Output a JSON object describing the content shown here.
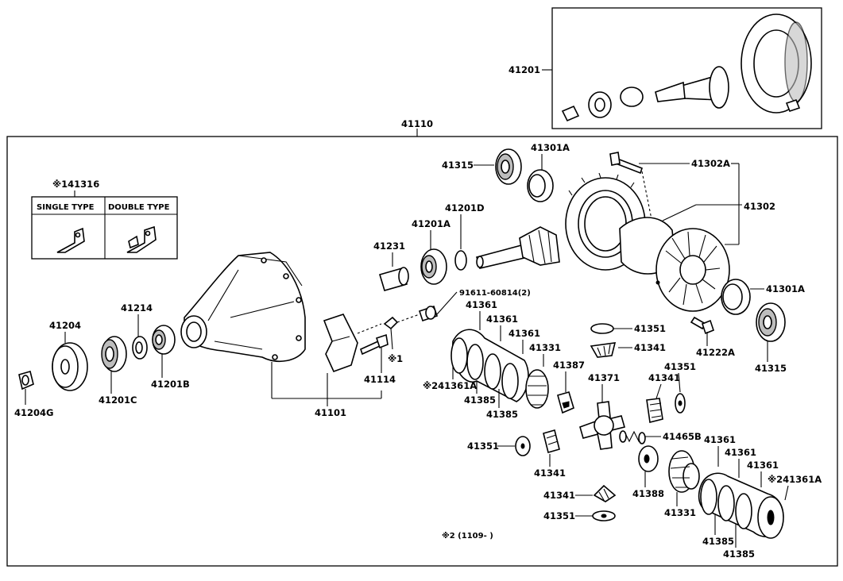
{
  "subassembly_label": "41201",
  "assembly_label": "41110",
  "footnote_1_ref": "※141316",
  "clip_table": {
    "single_type": "SINGLE TYPE",
    "double_type": "DOUBLE TYPE"
  },
  "note_marks": {
    "mark_1": "※1",
    "mark_2_range": "※2 (1109-       )"
  },
  "labels": {
    "l41315_top": "41315",
    "l41301A_top": "41301A",
    "l41302A": "41302A",
    "l41302": "41302",
    "l41201D": "41201D",
    "l41201A": "41201A",
    "l41231": "41231",
    "l91611": "91611-60814(2)",
    "l41301A_right": "41301A",
    "l41315_right": "41315",
    "l41222A": "41222A",
    "l41214": "41214",
    "l41204": "41204",
    "l41204G": "41204G",
    "l41201C": "41201C",
    "l41201B": "41201B",
    "l41114": "41114",
    "l41101": "41101",
    "l41361_a": "41361",
    "l41361_b": "41361",
    "l41361_c": "41361",
    "l41331_top": "41331",
    "l41387": "41387",
    "l41371": "41371",
    "l41341_right": "41341",
    "l41351_right": "41351",
    "l41351_top": "41351",
    "l41341_top": "41341",
    "l41361A_left": "※241361A",
    "l41385_a": "41385",
    "l41385_b": "41385",
    "l41351_left": "41351",
    "l41341_left": "41341",
    "l41465B": "41465B",
    "l41361_d": "41361",
    "l41361_e": "41361",
    "l41361_f": "41361",
    "l41361A_right": "※241361A",
    "l41388": "41388",
    "l41331_bottom": "41331",
    "l41341_bottom": "41341",
    "l41351_bottom": "41351",
    "l41385_c": "41385",
    "l41385_d": "41385"
  }
}
